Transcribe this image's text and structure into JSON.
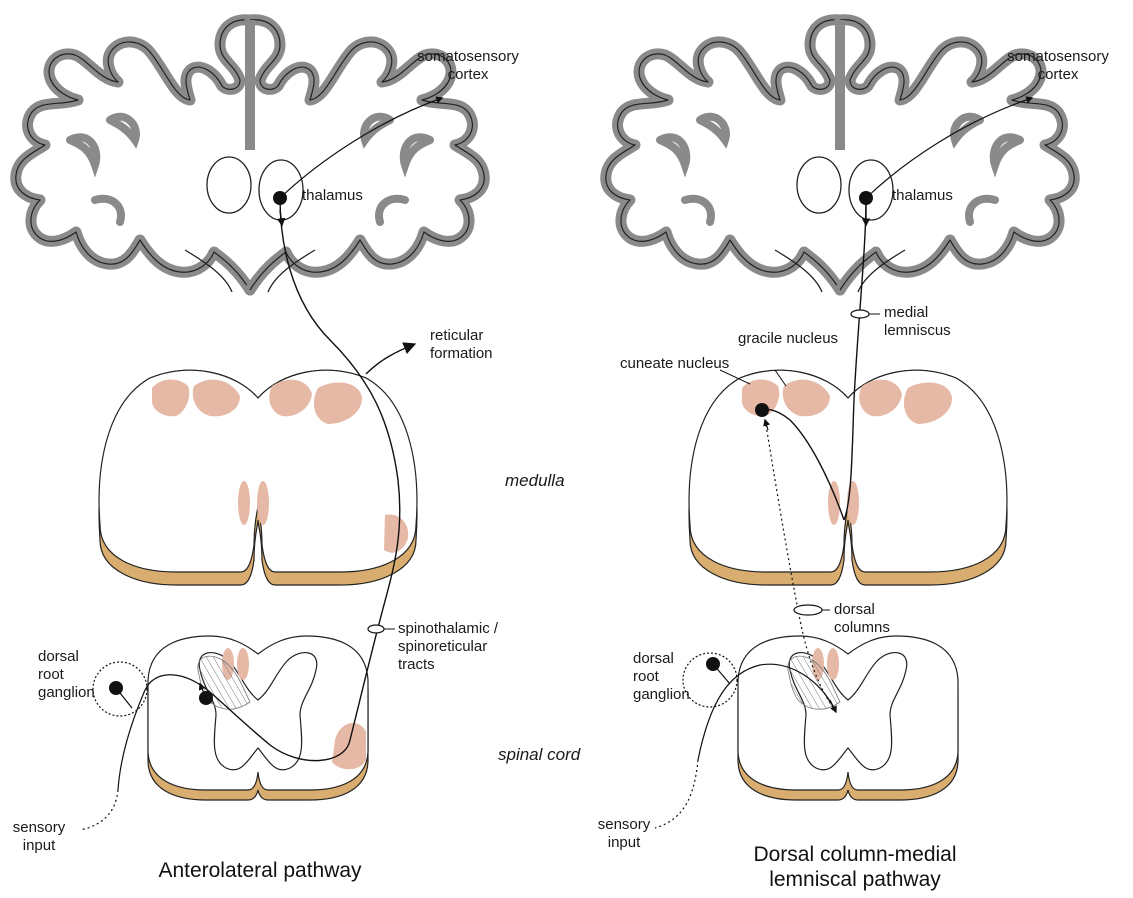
{
  "diagram": {
    "colors": {
      "cortex": "#8a8a8a",
      "nucleus": "#e6b9a6",
      "white_matter_rim": "#d9ad6f",
      "line": "#111111"
    },
    "left_panel": {
      "title": "Anterolateral pathway",
      "labels": {
        "cortex": "somatosensory\ncortex",
        "thalamus": "thalamus",
        "reticular": "reticular\nformation",
        "tracts": "spinothalamic /\nspinoreticular\ntracts",
        "drg": "dorsal\nroot\nganglion",
        "sensory": "sensory\ninput"
      }
    },
    "right_panel": {
      "title": "Dorsal column-medial\nlemniscal pathway",
      "labels": {
        "cortex": "somatosensory\ncortex",
        "thalamus": "thalamus",
        "medial_lemniscus": "medial\nlemniscus",
        "gracile": "gracile nucleus",
        "cuneate": "cuneate nucleus",
        "dorsal_columns": "dorsal\ncolumns",
        "drg": "dorsal\nroot\nganglion",
        "sensory": "sensory\ninput"
      }
    },
    "center_labels": {
      "medulla": "medulla",
      "spinal_cord": "spinal cord"
    }
  }
}
